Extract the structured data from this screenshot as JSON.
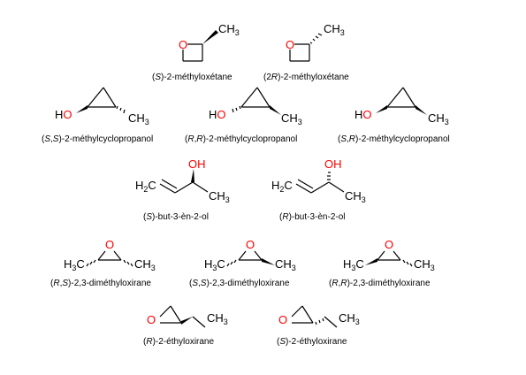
{
  "colors": {
    "heteroatom": "#ff0000",
    "bond": "#000000",
    "background": "#ffffff"
  },
  "atoms": {
    "O": "O",
    "OH": "OH",
    "HO": "HO",
    "CH": "CH",
    "H": "H",
    "C": "C",
    "sub2": "2",
    "sub3": "3"
  },
  "captions": [
    {
      "pre": "(",
      "stereo": "S",
      "post": ")-2-méthyloxétane"
    },
    {
      "pre": "(2",
      "stereo": "R",
      "post": ")-2-méthyloxétane"
    },
    {
      "pre": "(",
      "stereo": "S",
      "mid": ",",
      "stereo2": "S",
      "post": ")-2-méthylcyclopropanol"
    },
    {
      "pre": "(",
      "stereo": "R",
      "mid": ",",
      "stereo2": "R",
      "post": ")-2-méthylcyclopropanol"
    },
    {
      "pre": "(",
      "stereo": "S",
      "mid": ",",
      "stereo2": "R",
      "post": ")-2-méthylcyclopropanol"
    },
    {
      "pre": "(",
      "stereo": "S",
      "post": ")-but-3-èn-2-ol"
    },
    {
      "pre": "(",
      "stereo": "R",
      "post": ")-but-3-èn-2-ol"
    },
    {
      "pre": "(",
      "stereo": "R",
      "mid": ",",
      "stereo2": "S",
      "post": ")-2,3-diméthyloxirane"
    },
    {
      "pre": "(",
      "stereo": "S",
      "mid": ",",
      "stereo2": "S",
      "post": ")-2,3-diméthyloxirane"
    },
    {
      "pre": "(",
      "stereo": "R",
      "mid": ",",
      "stereo2": "R",
      "post": ")-2,3-diméthyloxirane"
    },
    {
      "pre": "(",
      "stereo": "R",
      "post": ")-2-éthyloxirane"
    },
    {
      "pre": "(",
      "stereo": "S",
      "post": ")-2-éthyloxirane"
    }
  ]
}
